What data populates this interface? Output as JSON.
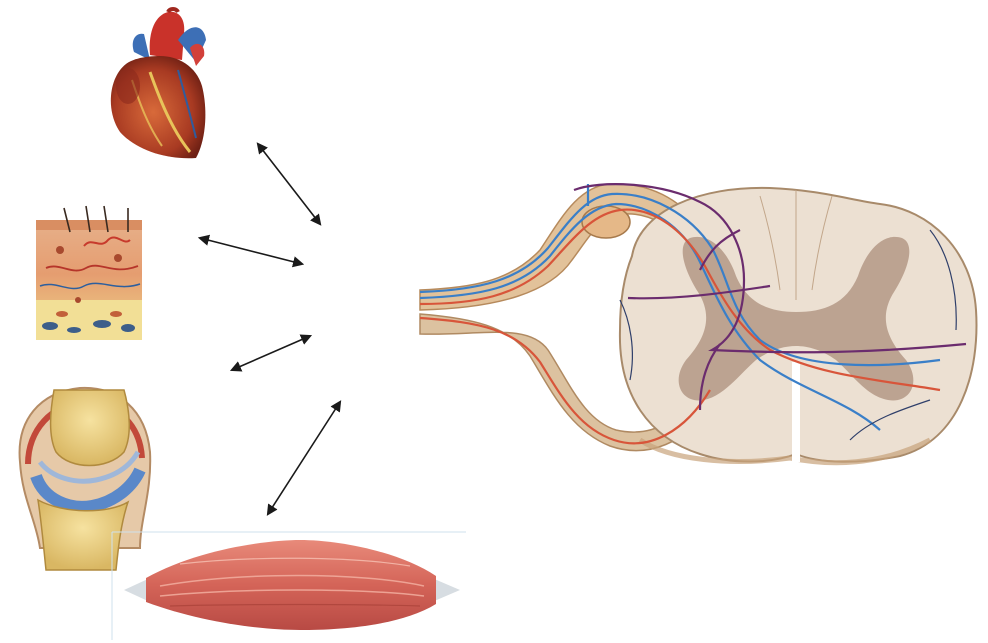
{
  "diagram": {
    "organs": [
      {
        "id": "heart",
        "icon": "heart-illustration"
      },
      {
        "id": "skin",
        "icon": "skin-cross-section-illustration"
      },
      {
        "id": "joint",
        "icon": "joint-cross-section-illustration"
      },
      {
        "id": "muscle",
        "icon": "skeletal-muscle-illustration"
      }
    ],
    "spinal_cord": {
      "icon": "spinal-cord-cross-section-illustration"
    },
    "connectors": {
      "style": "double-headed-arrow",
      "count": 4
    },
    "colors": {
      "sensory_blue": "#3a7fc8",
      "motor_red": "#d8553a",
      "interneuron_purple": "#6b2c6e",
      "nerve_tan": "#d8b58a",
      "grey_matter": "#b49886",
      "white_matter": "#ece0d2"
    }
  }
}
